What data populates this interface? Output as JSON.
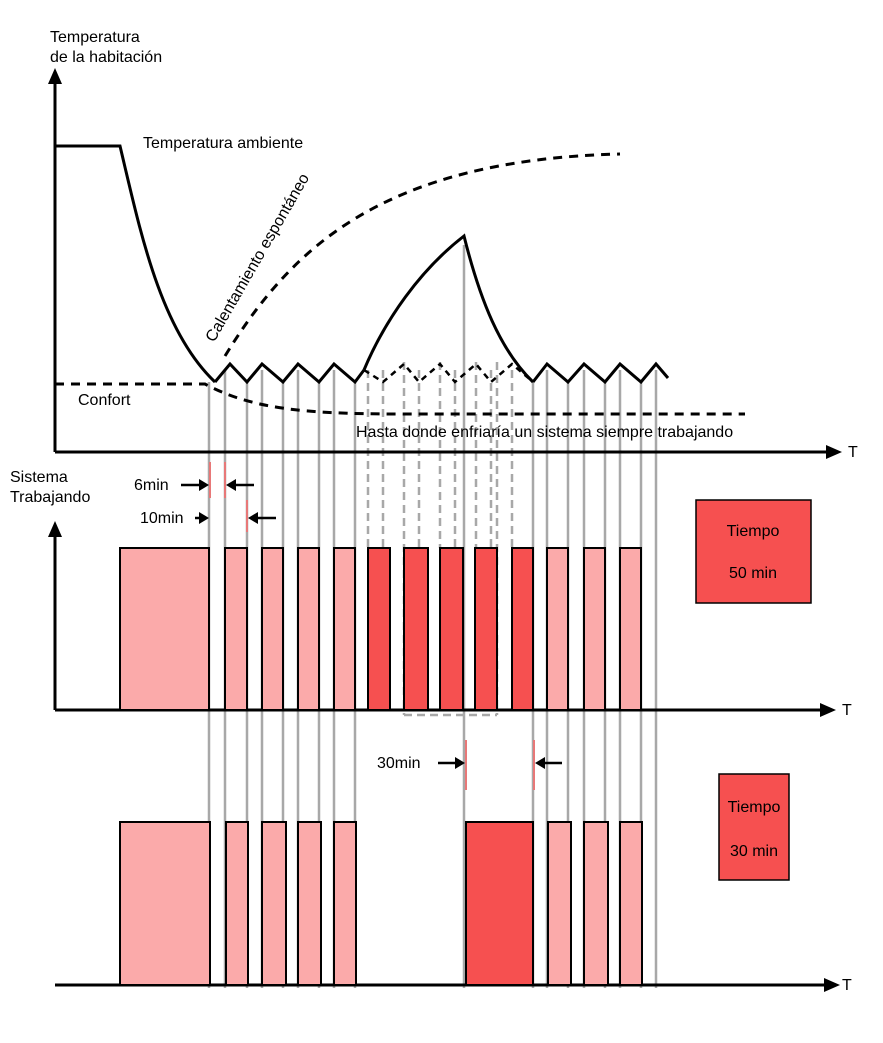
{
  "colors": {
    "light_bar": "#fbaaaa",
    "dark_bar": "#f65050",
    "box": "#f65050",
    "guide": "#a8a8a8",
    "marker": "#e87878"
  },
  "top_chart": {
    "y_label_line1": "Temperatura",
    "y_label_line2": "de la habitación",
    "x_label": "T",
    "ambient_label": "Temperatura ambiente",
    "spontaneous_label": "Calentamiento espontáneo",
    "comfort_label": "Confort",
    "continuous_label": "Hasta donde enfriaría un sistema siempre trabajando"
  },
  "middle_chart": {
    "y_label_line1": "Sistema",
    "y_label_line2": "Trabajando",
    "x_label": "T",
    "interval_on": "6min",
    "interval_cycle": "10min",
    "box_line1": "Tiempo",
    "box_line2": "50 min"
  },
  "bottom_chart": {
    "x_label": "T",
    "interval_off": "30min",
    "box_line1": "Tiempo",
    "box_line2": "30 min"
  }
}
